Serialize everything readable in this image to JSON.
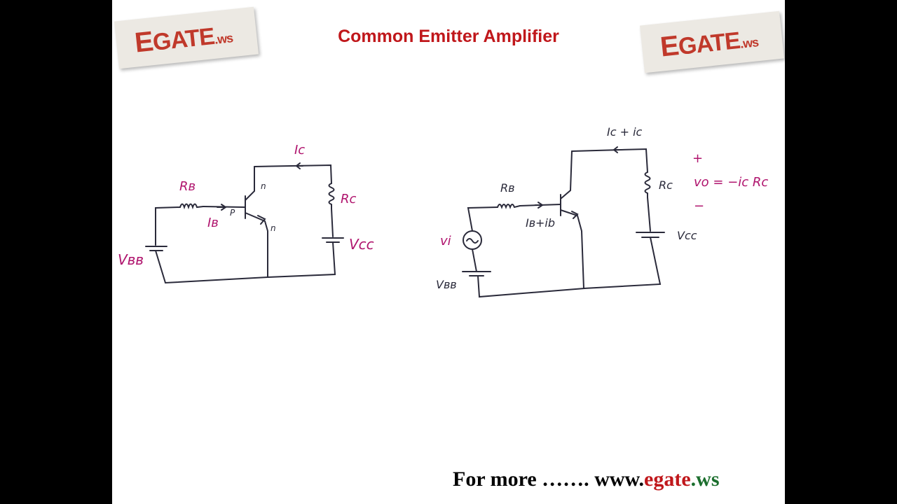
{
  "slide": {
    "title": "Common Emitter Amplifier",
    "logo": {
      "e": "E",
      "gate": "GATE",
      "ws": ".ws"
    },
    "footer": {
      "prefix": "For more ……. ",
      "site_www": "www.",
      "site_brand": "egate",
      "site_tld": ".ws"
    }
  },
  "circuit_left": {
    "labels": {
      "rb": "Rʙ",
      "ib": "Iʙ",
      "ic": "Ic",
      "rc": "Rc",
      "vcc": "Vcc",
      "vbb": "Vʙʙ",
      "p": "P",
      "n_top": "n",
      "n_bottom": "n"
    }
  },
  "circuit_right": {
    "labels": {
      "rb": "Rʙ",
      "ib_ib": "Iʙ+ib",
      "ic_ic": "Ic + ic",
      "rc": "Rc",
      "vcc": "Vcc",
      "vbb": "Vʙʙ",
      "vi": "vi",
      "plus": "+",
      "minus": "−",
      "vo_eq": "vo = −ic Rc"
    }
  },
  "colors": {
    "wire": "#2a2a3a",
    "label": "#b0156e",
    "title": "#c0171b"
  }
}
